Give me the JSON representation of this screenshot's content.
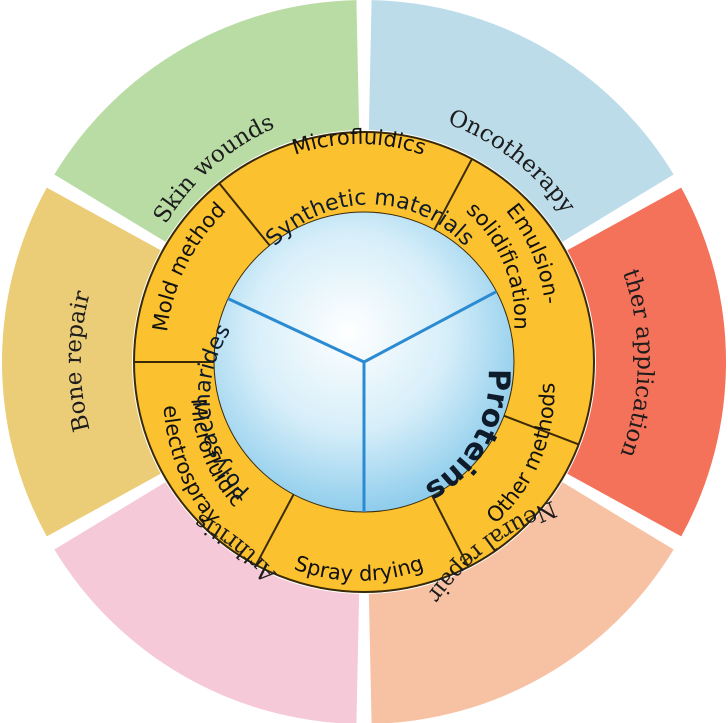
{
  "outer_ring": [
    {
      "label": "Skin wounds",
      "color": "#b9dba4"
    },
    {
      "label": "Oncotherapy",
      "color": "#bcdcea"
    },
    {
      "label": "Other applications",
      "color": "#f4715a"
    },
    {
      "label": "Neural repair",
      "color": "#f7c2a4"
    },
    {
      "label": "Arthritis",
      "color": "#f6c9d8"
    },
    {
      "label": "Bone repair",
      "color": "#ebcc77"
    }
  ],
  "methods": [
    {
      "label": "Microfluidics"
    },
    {
      "label": "Emulsion-",
      "label2": "solidification"
    },
    {
      "label": "Other methods"
    },
    {
      "label": "Spray drying"
    },
    {
      "label": "Microfluidic",
      "label2": "electrospray"
    },
    {
      "label": "Mold method"
    }
  ],
  "materials": [
    {
      "label": "Synthetic materials"
    },
    {
      "label": "Proteins"
    },
    {
      "label": "Polysaccharides"
    }
  ],
  "colors": {
    "method_ring": "#fbc12e",
    "method_border": "#3a2a08",
    "core_outer": "#8fcdec",
    "core_center": "#ffffff",
    "divider": "#2b8bd2"
  }
}
